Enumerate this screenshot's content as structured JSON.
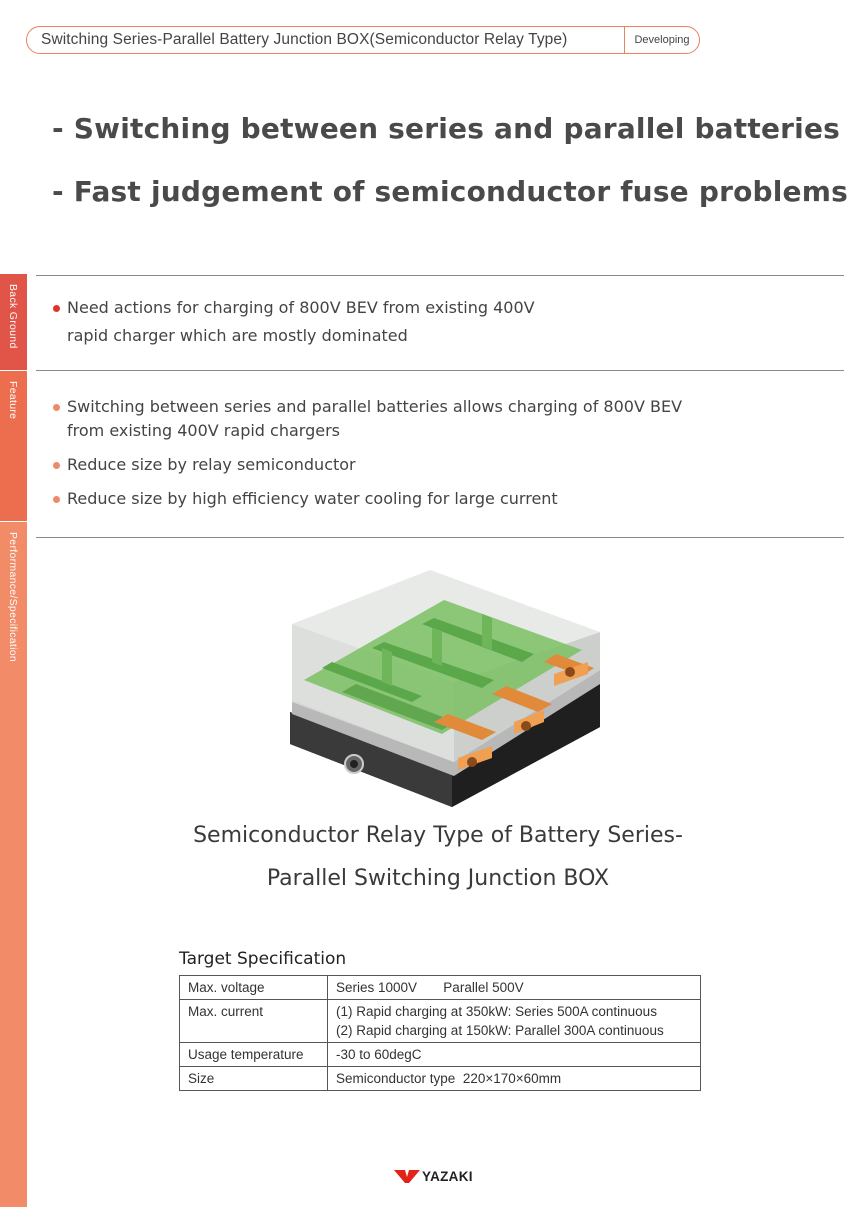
{
  "header": {
    "title": "Switching Series-Parallel Battery Junction BOX(Semiconductor Relay Type)",
    "badge": "Developing"
  },
  "headlines": [
    "- Switching between series and parallel batteries",
    "- Fast judgement of semiconductor fuse problems"
  ],
  "sidebar": {
    "background": "Back Ground",
    "feature": "Feature",
    "performance": "Performance/Specification"
  },
  "background_section": {
    "bullet_line1": "Need actions for charging of 800V BEV from existing 400V",
    "bullet_line2": "rapid charger which are mostly dominated"
  },
  "feature_section": {
    "items": [
      {
        "line1": "Switching between series and parallel batteries allows charging of 800V BEV",
        "line2": "from existing 400V rapid chargers"
      },
      {
        "line1": "Reduce size by relay semiconductor"
      },
      {
        "line1": "Reduce size by high efficiency water cooling for large current"
      }
    ]
  },
  "caption": {
    "line1": "Semiconductor Relay Type of Battery Series-",
    "line2": "Parallel Switching Junction BOX"
  },
  "spec": {
    "title": "Target Specification",
    "rows": [
      {
        "key": "Max. voltage",
        "values": [
          "Series 1000V       Parallel 500V"
        ]
      },
      {
        "key": "Max. current",
        "values": [
          "(1) Rapid charging at 350kW: Series 500A continuous",
          "(2) Rapid charging at 150kW: Parallel 300A continuous"
        ]
      },
      {
        "key": "Usage temperature",
        "values": [
          "-30 to 60degC"
        ]
      },
      {
        "key": "Size",
        "values": [
          "Semiconductor type  220×170×60mm"
        ]
      }
    ]
  },
  "logo": {
    "text": "YAZAKI"
  },
  "colors": {
    "accent_red": "#e05547",
    "accent_orange": "#ec6e4e",
    "accent_salmon": "#f18b68",
    "bullet_red": "#e0322c",
    "bullet_salmon": "#ee8a6c"
  }
}
